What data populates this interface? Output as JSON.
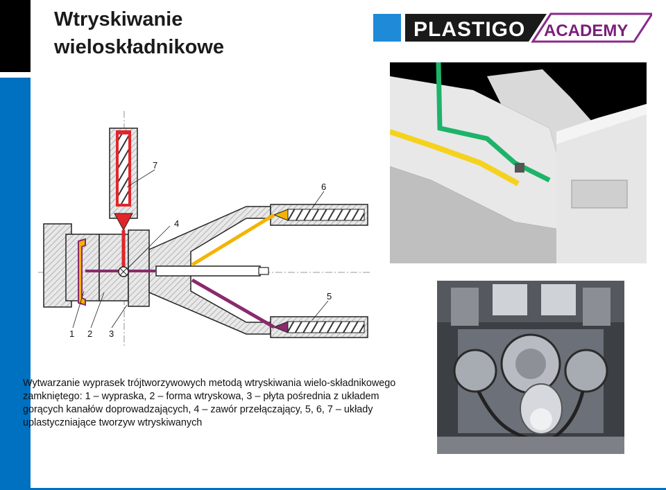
{
  "slide": {
    "title": "Wtryskiwanie\nwieloskładnikowe",
    "caption": "Wytwarzanie wyprasek trójtworzywowych metodą wtryskiwania wielo-składnikowego zamkniętego: 1 – wypraska, 2 – forma wtryskowa, 3 – płyta pośrednia z układem gorących kanałów doprowadzających, 4 – zawór przełączający, 5, 6, 7 – układy uplastyczniające tworzyw wtryskiwanych"
  },
  "logo": {
    "brand": "PLASTIGO",
    "sub": "ACADEMY"
  },
  "diagram": {
    "labels": [
      "1",
      "2",
      "3",
      "4",
      "5",
      "6",
      "7"
    ]
  },
  "colors": {
    "accent_blue": "#0070c0",
    "melt_red": "#e0262b",
    "melt_purple": "#8a2a6c",
    "melt_yellow": "#f5b300",
    "render_green": "#1db36a"
  }
}
